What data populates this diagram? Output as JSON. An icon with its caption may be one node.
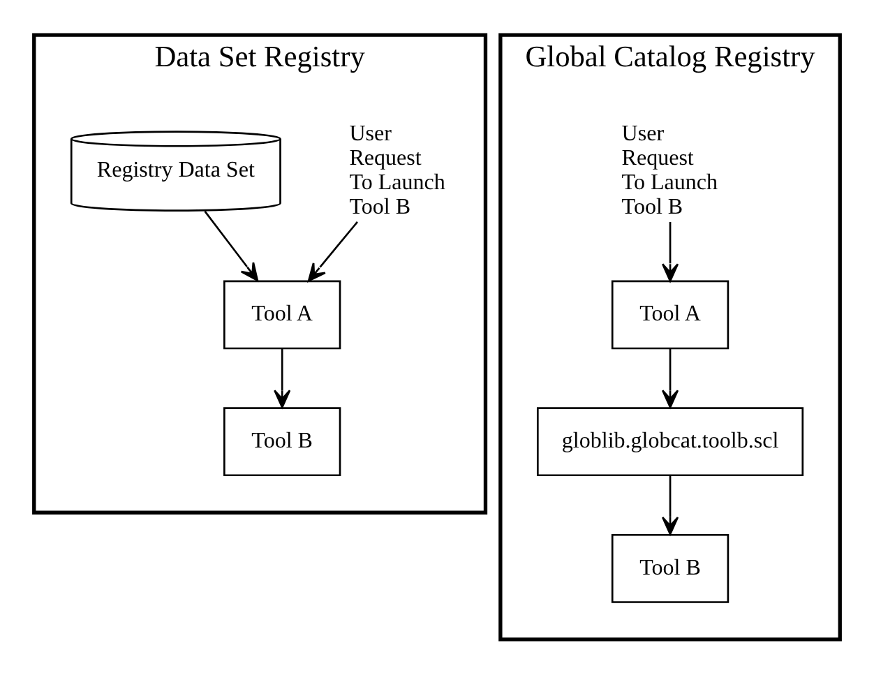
{
  "diagram": {
    "nodes": [
      {
        "text": [
          "Data Set Registry"
        ]
      },
      {
        "text": [
          "User Request To Launch Tool B"
        ],
        "in": 0
      },
      {
        "text": [
          "Tool A"
        ],
        "in": 0
      },
      {
        "text": [
          "Registry Data Set"
        ],
        "in": 0
      },
      {
        "text": [
          "Tool B"
        ],
        "in": 0
      },
      {
        "text": [
          "Global Catalog Registry"
        ]
      },
      {
        "text": [
          "User Request To Launch Tool B"
        ],
        "in": 5
      },
      {
        "text": [
          "Tool A"
        ],
        "in": 5
      },
      {
        "text": [
          "globlib.globcat.toolb.scl"
        ],
        "in": 5
      },
      {
        "text": [
          "Tool B"
        ],
        "in": 5
      }
    ],
    "edges": [
      {
        "from": 1,
        "to": 2,
        "arrow": "to"
      },
      {
        "from": 3,
        "to": 2,
        "arrow": "to"
      },
      {
        "from": 2,
        "to": 4,
        "arrow": "to"
      },
      {
        "from": 6,
        "to": 7,
        "arrow": "to"
      },
      {
        "from": 7,
        "to": 8,
        "arrow": "to"
      },
      {
        "from": 8,
        "to": 9,
        "arrow": "to"
      }
    ]
  }
}
